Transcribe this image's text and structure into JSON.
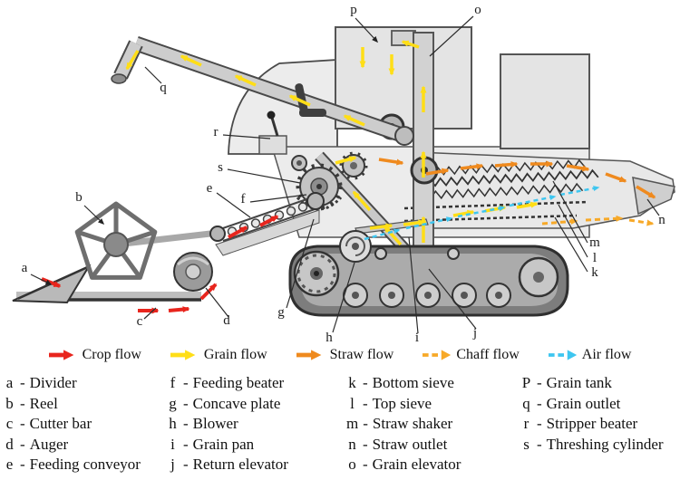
{
  "legend": {
    "items": [
      {
        "name": "crop",
        "label": "Crop flow",
        "color": "#e8251d",
        "style": "solid"
      },
      {
        "name": "grain",
        "label": "Grain flow",
        "color": "#ffde17",
        "style": "solid"
      },
      {
        "name": "straw",
        "label": "Straw flow",
        "color": "#ef8a1e",
        "style": "solid"
      },
      {
        "name": "chaff",
        "label": "Chaff flow",
        "color": "#f7a928",
        "style": "dashed"
      },
      {
        "name": "air",
        "label": "Air flow",
        "color": "#3ec6f0",
        "style": "dashed"
      }
    ]
  },
  "diagram": {
    "letters": {
      "a": "a",
      "b": "b",
      "c": "c",
      "d": "d",
      "e": "e",
      "f": "f",
      "g": "g",
      "h": "h",
      "i": "i",
      "j": "j",
      "k": "k",
      "l": "l",
      "m": "m",
      "n": "n",
      "o": "o",
      "p": "p",
      "q": "q",
      "r": "r",
      "s": "s"
    }
  },
  "parts": {
    "separator": "-",
    "columns": [
      {
        "items": [
          {
            "key": "a",
            "name": "Divider"
          },
          {
            "key": "b",
            "name": "Reel"
          },
          {
            "key": "c",
            "name": "Cutter bar"
          },
          {
            "key": "d",
            "name": "Auger"
          },
          {
            "key": "e",
            "name": "Feeding conveyor"
          }
        ]
      },
      {
        "items": [
          {
            "key": "f",
            "name": "Feeding beater"
          },
          {
            "key": "g",
            "name": "Concave plate"
          },
          {
            "key": "h",
            "name": "Blower"
          },
          {
            "key": "i",
            "name": "Grain pan"
          },
          {
            "key": "j",
            "name": "Return elevator"
          }
        ]
      },
      {
        "items": [
          {
            "key": "k",
            "name": "Bottom sieve"
          },
          {
            "key": "l",
            "name": "Top sieve"
          },
          {
            "key": "m",
            "name": "Straw shaker"
          },
          {
            "key": "n",
            "name": "Straw outlet"
          },
          {
            "key": "o",
            "name": "Grain elevator"
          }
        ]
      },
      {
        "items": [
          {
            "key": "P",
            "name": "Grain tank"
          },
          {
            "key": "q",
            "name": "Grain outlet"
          },
          {
            "key": "r",
            "name": "Stripper beater"
          },
          {
            "key": "s",
            "name": "Threshing cylinder"
          }
        ]
      }
    ]
  }
}
